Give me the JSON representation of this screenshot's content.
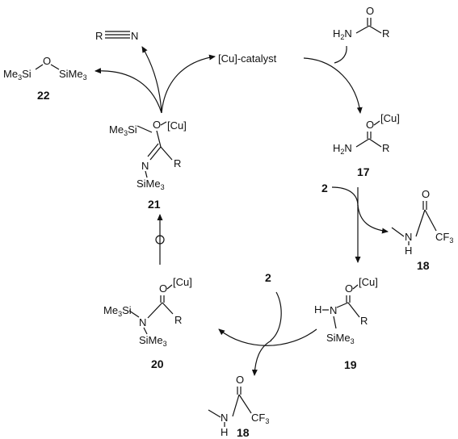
{
  "catalyst": "[Cu]-catalyst",
  "nitrile": {
    "r": "R"
  },
  "amide": {
    "o": "O",
    "n": "H",
    "n_sub": "2",
    "n_tail": "N",
    "r": "R"
  },
  "cmpd17": {
    "o": "O",
    "cu": "[Cu]",
    "n": "H",
    "n_sub": "2",
    "n_tail": "N",
    "r": "R",
    "number": "17"
  },
  "reagent2_right": "2",
  "byproduct18_right": {
    "o": "O",
    "n": "N",
    "h": "H",
    "cf": "CF",
    "cf_sub": "3",
    "number": "18"
  },
  "cmpd19": {
    "o": "O",
    "cu": "[Cu]",
    "h": "H",
    "n": "N",
    "r": "R",
    "si": "SiMe",
    "si_sub": "3",
    "number": "19"
  },
  "reagent2_left": "2",
  "byproduct18_bottom": {
    "o": "O",
    "n": "N",
    "h": "H",
    "cf": "CF",
    "cf_sub": "3",
    "number": "18"
  },
  "cmpd20": {
    "o": "O",
    "cu": "[Cu]",
    "me3si": "Me",
    "me3si_sub": "3",
    "me3si_tail": "Si",
    "n": "N",
    "r": "R",
    "si": "SiMe",
    "si_sub": "3",
    "number": "20"
  },
  "cmpd21": {
    "me3si": "Me",
    "me3si_sub": "3",
    "me3si_tail": "Si",
    "o": "O",
    "cu": "[Cu]",
    "n": "N",
    "r": "R",
    "si": "SiMe",
    "si_sub": "3",
    "number": "21"
  },
  "cmpd22": {
    "me3si": "Me",
    "me3si_sub": "3",
    "me3si_tail": "Si",
    "o": "O",
    "si": "SiMe",
    "si_sub": "3",
    "number": "22"
  }
}
